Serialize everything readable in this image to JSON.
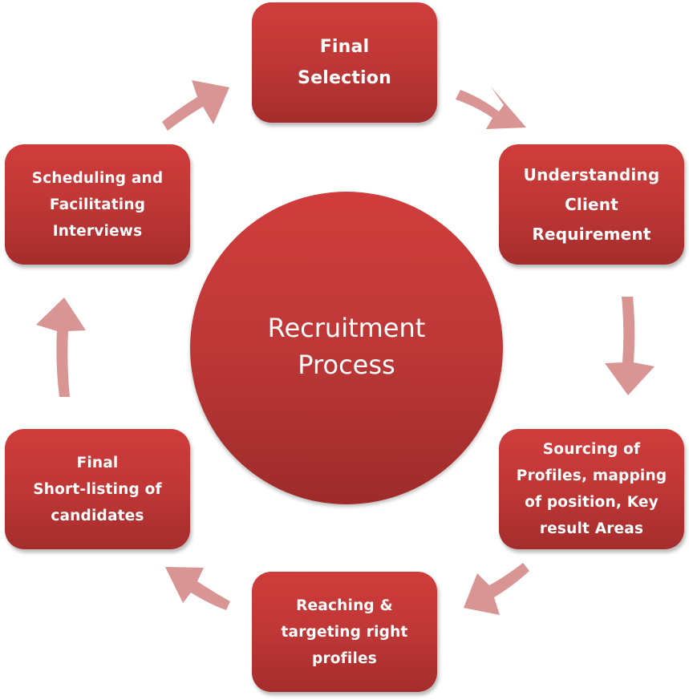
{
  "diagram": {
    "type": "cycle",
    "center": {
      "label": "Recruitment\nProcess"
    },
    "colors": {
      "node_top": "#cf3d3b",
      "node_bottom": "#a42d2c",
      "arrow": "#d99594",
      "text": "#ffffff"
    },
    "steps": [
      {
        "id": "final-selection",
        "label": "Final\nSelection"
      },
      {
        "id": "understanding",
        "label": "Understanding\nClient\nRequirement"
      },
      {
        "id": "sourcing",
        "label": "Sourcing of\nProfiles, mapping\nof position, Key\nresult Areas"
      },
      {
        "id": "reaching",
        "label": "Reaching &\ntargeting right\nprofiles"
      },
      {
        "id": "shortlisting",
        "label": "Final\nShort-listing of\ncandidates"
      },
      {
        "id": "scheduling",
        "label": "Scheduling and\nFacilitating\nInterviews"
      }
    ],
    "arrows": [
      {
        "from": "final-selection",
        "to": "understanding",
        "direction": "clockwise"
      },
      {
        "from": "understanding",
        "to": "sourcing",
        "direction": "clockwise"
      },
      {
        "from": "sourcing",
        "to": "reaching",
        "direction": "clockwise"
      },
      {
        "from": "reaching",
        "to": "shortlisting",
        "direction": "clockwise"
      },
      {
        "from": "shortlisting",
        "to": "scheduling",
        "direction": "clockwise"
      },
      {
        "from": "scheduling",
        "to": "final-selection",
        "direction": "clockwise"
      }
    ]
  }
}
